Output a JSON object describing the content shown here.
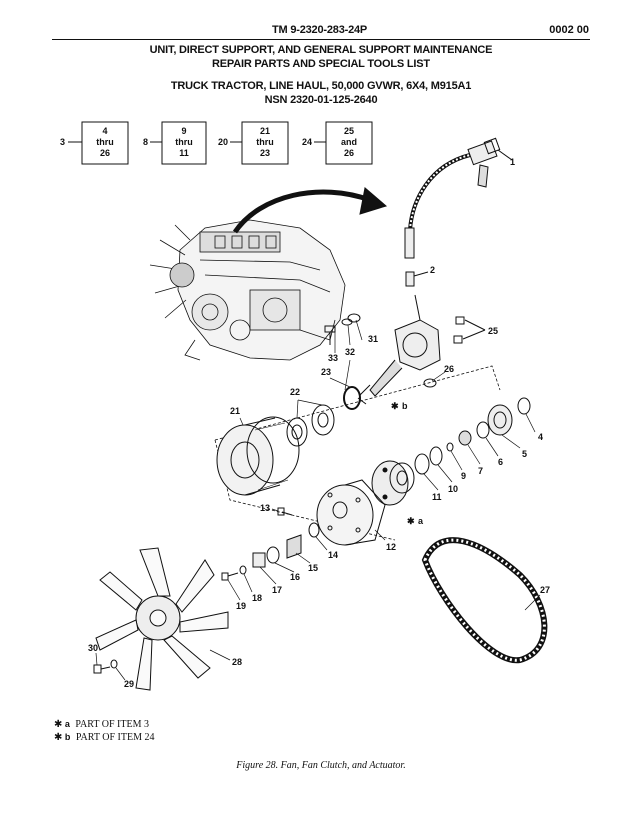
{
  "header": {
    "tm_number": "TM 9-2320-283-24P",
    "work_package": "0002 00",
    "title_line1": "UNIT, DIRECT SUPPORT, AND GENERAL SUPPORT MAINTENANCE",
    "title_line2": "REPAIR PARTS AND SPECIAL TOOLS LIST",
    "title_line3": "TRUCK TRACTOR, LINE HAUL, 50,000 GVWR, 6X4, M915A1",
    "title_line4": "NSN 2320-01-125-2640"
  },
  "figure": {
    "detail_refs": [
      {
        "item": "3",
        "box": [
          "4",
          "thru",
          "26"
        ]
      },
      {
        "item": "8",
        "box": [
          "9",
          "thru",
          "11"
        ]
      },
      {
        "item": "20",
        "box": [
          "21",
          "thru",
          "23"
        ]
      },
      {
        "item": "24",
        "box": [
          "25",
          "and",
          "26"
        ]
      }
    ],
    "callouts": [
      "1",
      "2",
      "3",
      "4",
      "5",
      "6",
      "7",
      "8",
      "9",
      "10",
      "11",
      "12",
      "13",
      "14",
      "15",
      "16",
      "17",
      "18",
      "19",
      "20",
      "21",
      "22",
      "23",
      "24",
      "25",
      "26",
      "27",
      "28",
      "29",
      "30",
      "31",
      "32",
      "33"
    ],
    "marker_a": "a",
    "marker_b": "b"
  },
  "notes": [
    {
      "letter": "a",
      "text": "PART OF ITEM 3"
    },
    {
      "letter": "b",
      "text": "PART OF ITEM 24"
    }
  ],
  "caption": "Figure 28.  Fan, Fan Clutch, and Actuator."
}
